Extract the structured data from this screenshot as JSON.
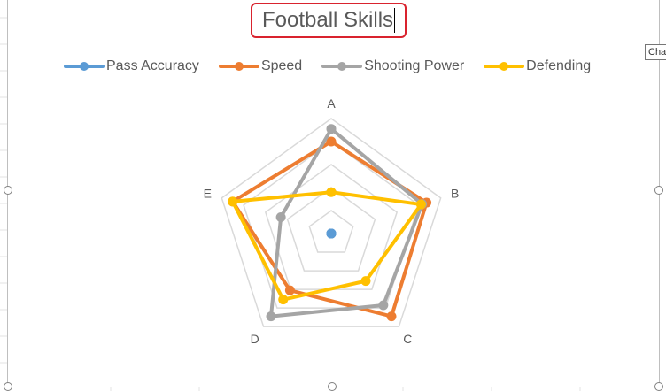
{
  "tooltip": "Cha",
  "chart_data": {
    "type": "radar",
    "title": "Football Skills",
    "categories": [
      "A",
      "B",
      "C",
      "D",
      "E"
    ],
    "rlim": [
      0,
      100
    ],
    "rings": [
      20,
      40,
      60,
      80,
      100
    ],
    "legend_position": "top",
    "series": [
      {
        "name": "Pass Accuracy",
        "color": "#5b9bd5",
        "values": [
          0,
          0,
          0,
          0,
          0
        ]
      },
      {
        "name": "Speed",
        "color": "#ed7d31",
        "values": [
          80,
          87,
          89,
          61,
          90
        ]
      },
      {
        "name": "Shooting Power",
        "color": "#a5a5a5",
        "values": [
          91,
          83,
          77,
          89,
          46
        ]
      },
      {
        "name": "Defending",
        "color": "#ffc000",
        "values": [
          36,
          82,
          51,
          71,
          90
        ]
      }
    ]
  }
}
